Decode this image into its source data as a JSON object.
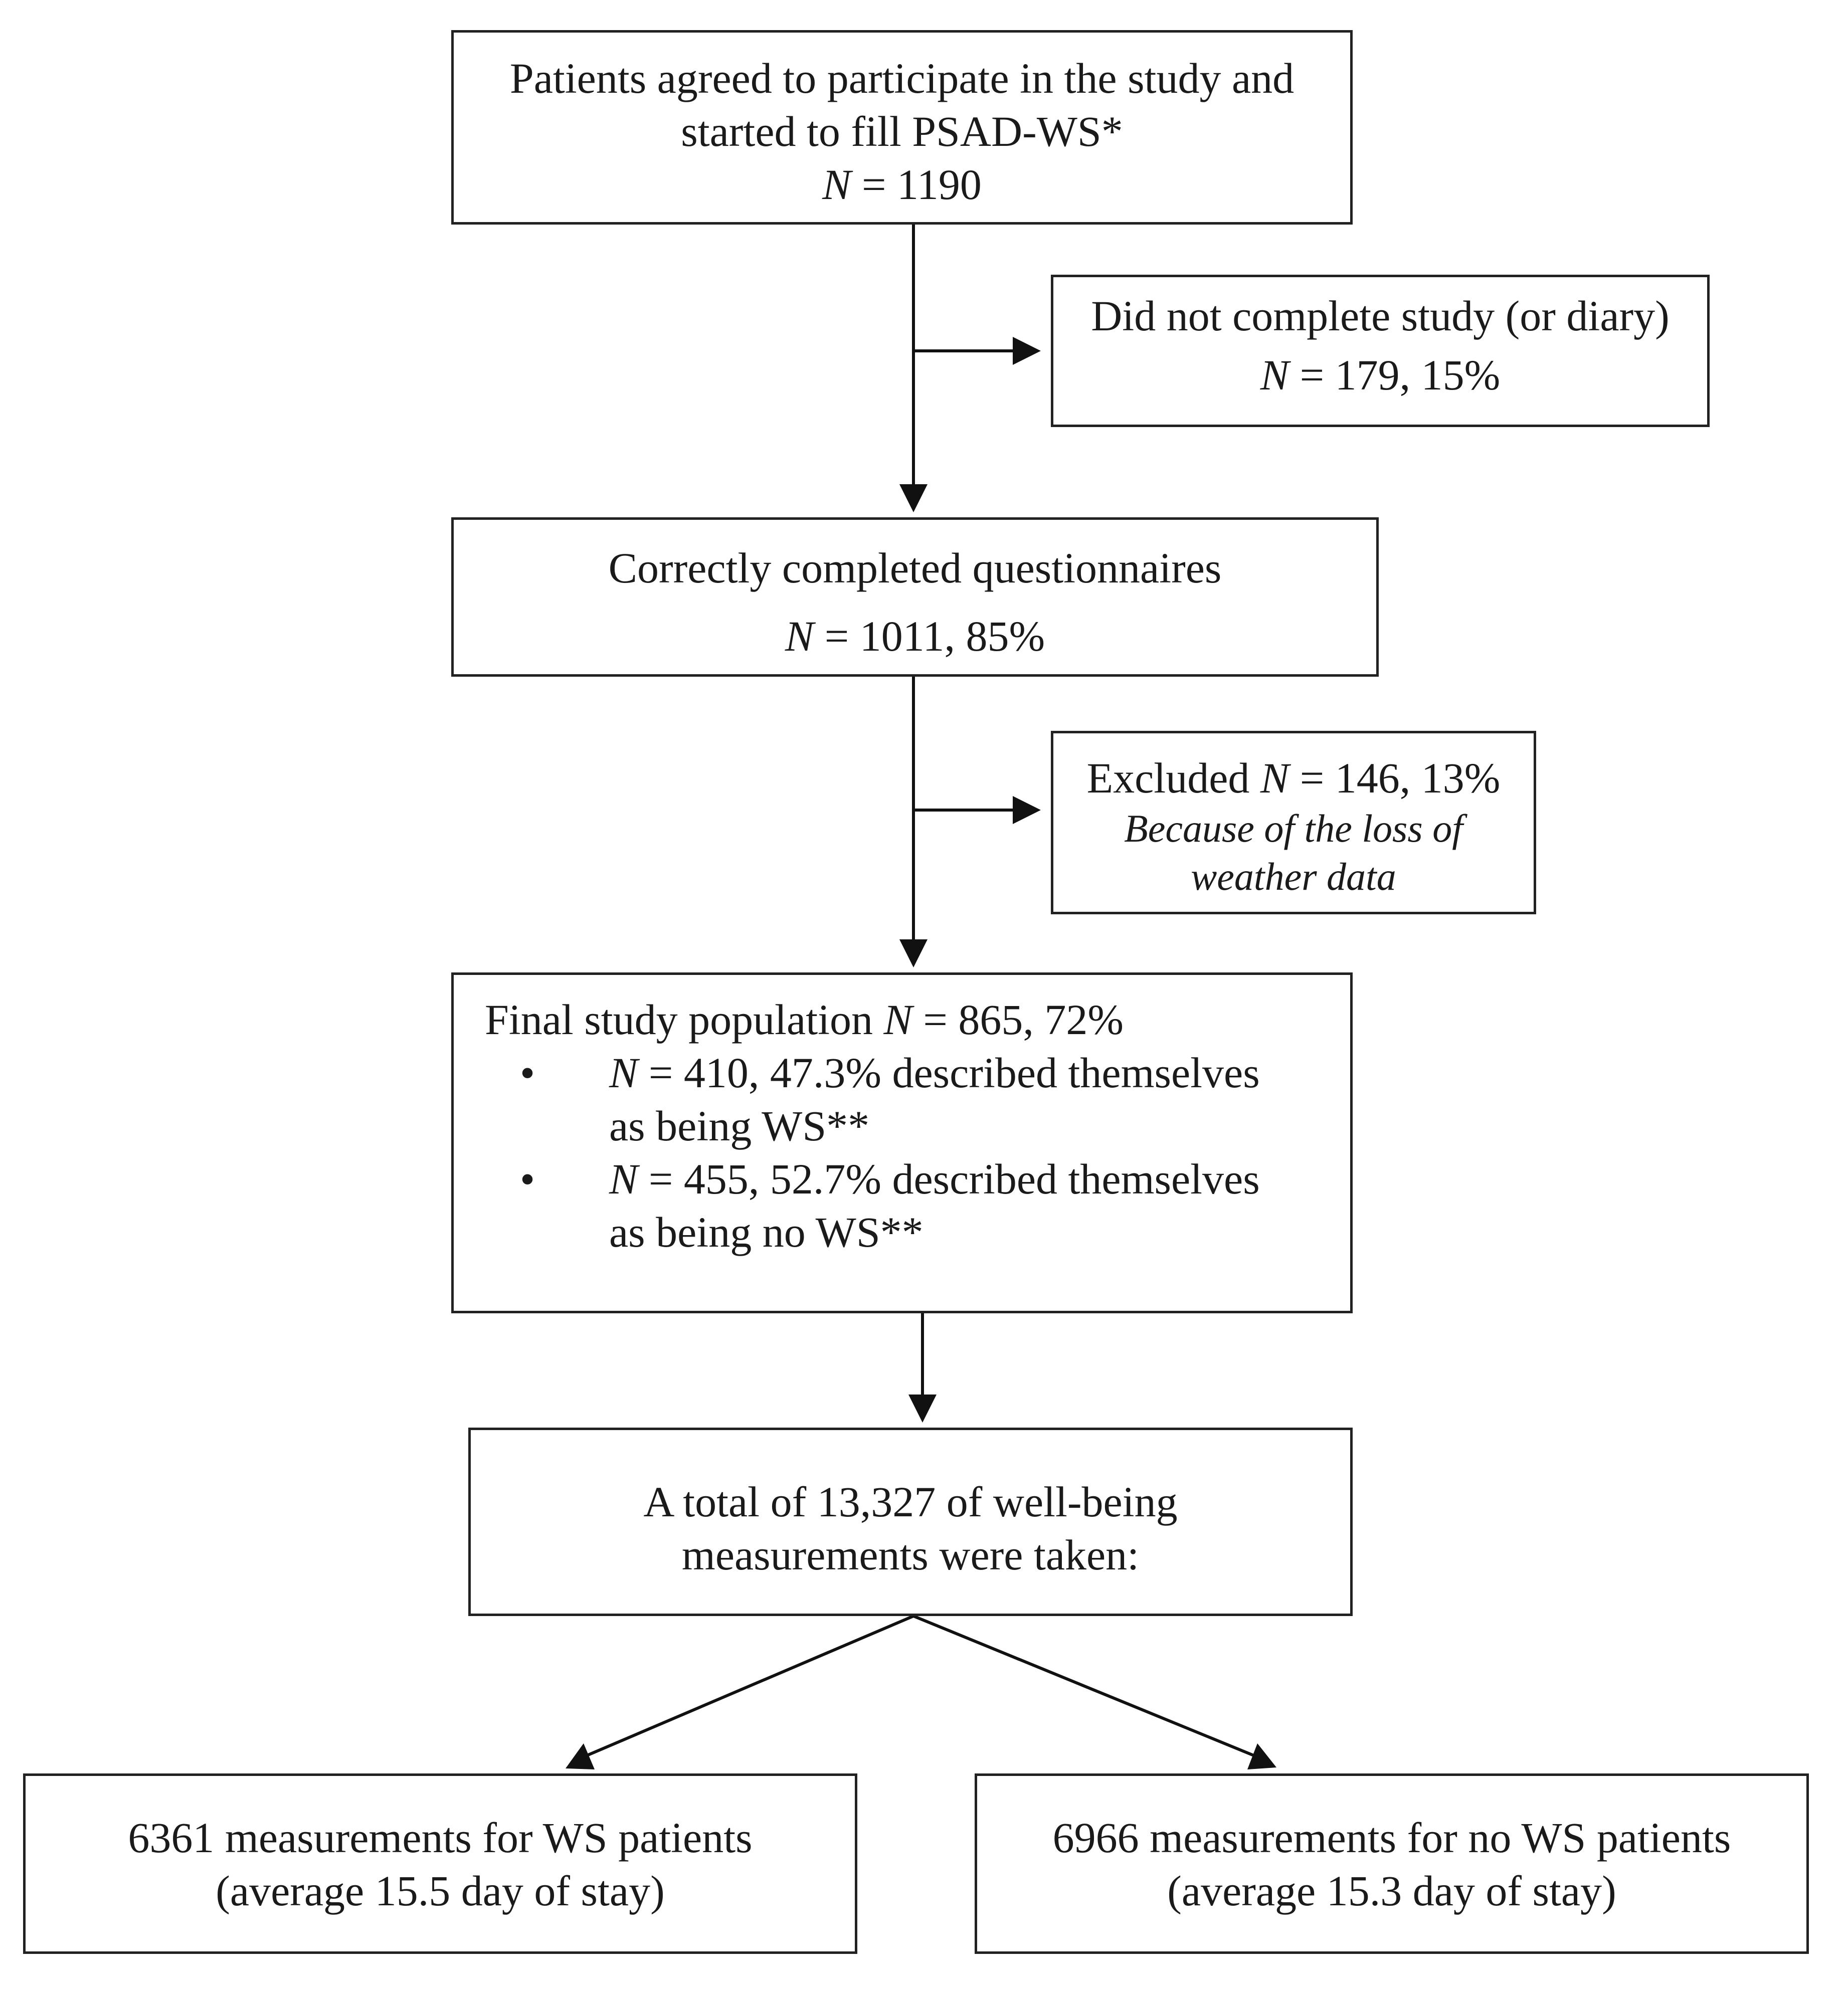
{
  "boxes": {
    "start": {
      "line1": "Patients agreed to participate in the study and",
      "line2": "started to fill PSAD-WS*",
      "n_var": "N",
      "n_value": " = 1190"
    },
    "incomplete": {
      "line1": "Did not complete study (or diary)",
      "n_var": "N",
      "n_value": " = 179, 15%"
    },
    "correct": {
      "line1": "Correctly completed questionnaires",
      "n_var": "N",
      "n_value": " = 1011, 85%"
    },
    "excluded": {
      "prefix": "Excluded ",
      "n_var": "N",
      "n_value": " = 146, 13%",
      "reason_line1": "Because of the loss of",
      "reason_line2": "weather data"
    },
    "final": {
      "prefix": "Final study population ",
      "n_var": "N",
      "n_value": " = 865, 72%",
      "bullets": [
        {
          "n_var": "N",
          "line1": " = 410, 47.3% described themselves",
          "line2": "as being WS**"
        },
        {
          "n_var": "N",
          "line1": " = 455, 52.7% described themselves",
          "line2": "as being no WS**"
        }
      ],
      "bullet_glyph": "•"
    },
    "total": {
      "line1": "A total of 13,327 of well-being",
      "line2": "measurements were taken:"
    },
    "ws": {
      "line1": "6361 measurements for WS patients",
      "line2": "(average 15.5 day of stay)"
    },
    "no_ws": {
      "line1": "6966 measurements for no WS patients",
      "line2": "(average 15.3 day of stay)"
    }
  },
  "colors": {
    "stroke": "#222222",
    "text": "#1a1a1a",
    "background": "#ffffff"
  }
}
